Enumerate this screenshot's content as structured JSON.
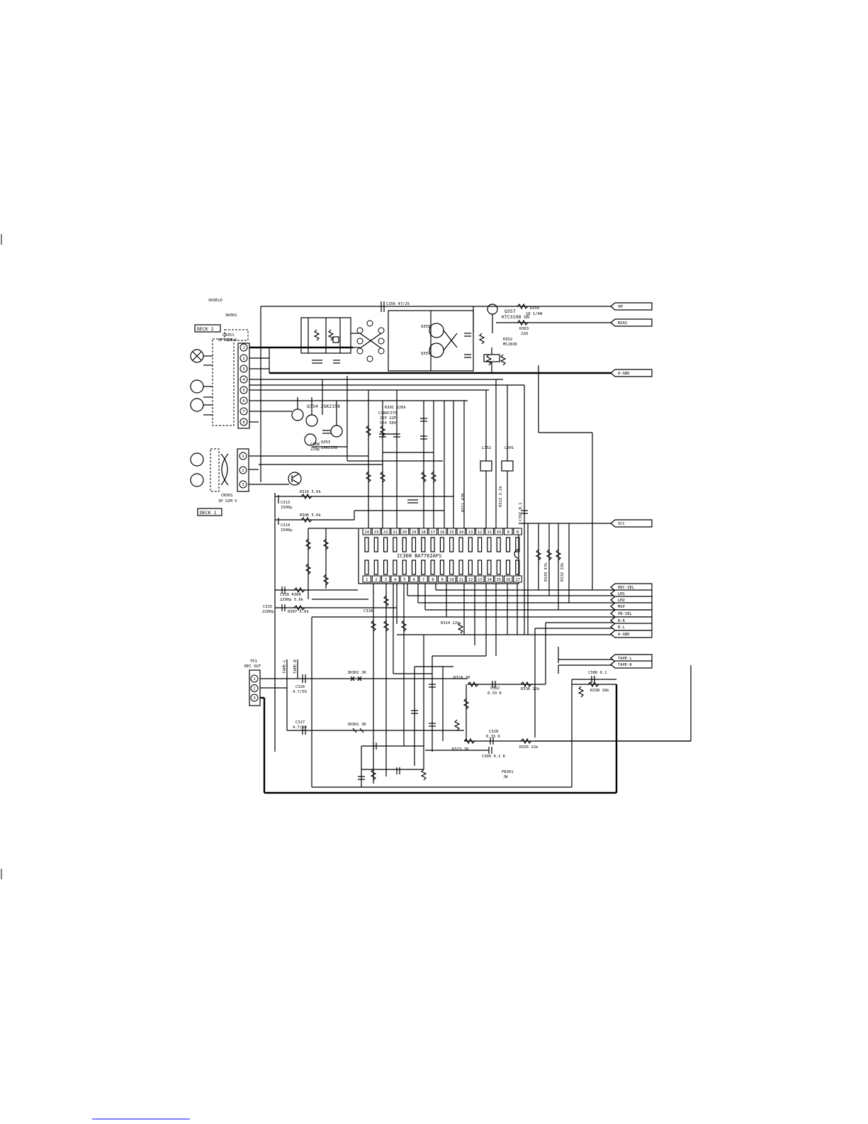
{
  "labels": {
    "deck2": "DECK 2",
    "deck1": "DECK 1",
    "cn351": "CN351",
    "cn351_spec": "8P S2M V",
    "cn301": "CN301",
    "cn301_spec": "3P S2M V",
    "sw301": "SW301",
    "tp": "TP1",
    "tp_spec": "REC OUT",
    "shield": "SHIELD",
    "ic": "IC308 BA7762AFS",
    "q354": "Q354 2SK2158",
    "q353": "Q353",
    "q353_type": "2SK2158",
    "q357": "Q357",
    "q357_type": "KTC3198 GR",
    "q358": "Q358",
    "q359": "Q359",
    "r350": "R350",
    "r350_v": "18 1/4W",
    "r363": "R363",
    "r363_v": "22Ω",
    "r352": "R352",
    "r352_v": "MC2836",
    "c356": "C356 47/25",
    "c388": "C388",
    "c388_v": "220p",
    "r301": "R301 220k",
    "c380": "C380C379",
    "c380_v": "22P 22P",
    "c380_v2": "50V 50V",
    "r316": "R316 5.6k",
    "r306": "R306 5.6k",
    "c313": "C313",
    "c313_v": "1500p",
    "c314": "C314",
    "c314_v": "1500p",
    "c316": "C316 R308",
    "c316_v": "2200p 5.6k",
    "c315": "C315",
    "c315_v": "2200p",
    "r307": "R307 5.6k",
    "c318": "C318",
    "r314": "R314 22k",
    "jr302": "JR302 JR",
    "jr301": "JR301 JR",
    "c326": "C326",
    "c326_v": "4.7/50",
    "c327": "C327",
    "c327_v": "4.7/50",
    "r324": "R324 JR",
    "r323": "R323 JR",
    "c322": "C322",
    "c322_v": "0.33 K",
    "c328": "C328",
    "c328_v": "0.33 K",
    "c309": "C309 0.1 K",
    "r336": "R336 22k",
    "r335": "R335 22k",
    "c386": "C386 0.1",
    "r338": "R338 18k",
    "fb301": "FB301",
    "fb301_v": "JW",
    "l352": "L352",
    "l301": "L301",
    "c392": "C392 0.1",
    "r329": "R329 47k",
    "r332": "R332 22k",
    "r311": "R311 470",
    "r312": "R312 2.2k"
  },
  "pins_top": [
    "24",
    "23",
    "22",
    "21",
    "20",
    "19",
    "18",
    "17",
    "16",
    "15",
    "14",
    "13",
    "12",
    "11",
    "10",
    "9",
    "8"
  ],
  "pins_bot": [
    "1",
    "2",
    "3",
    "4",
    "5",
    "6",
    "7",
    "8",
    "9",
    "10",
    "11",
    "12",
    "13",
    "14",
    "15",
    "16",
    "17"
  ],
  "tp_pins": [
    "1",
    "2",
    "3"
  ],
  "cn351_pins": [
    "1",
    "2",
    "3",
    "4",
    "5",
    "6",
    "7",
    "8"
  ],
  "cn301_pins": [
    "1",
    "2",
    "3"
  ],
  "signals": [
    "VM",
    "BIAS",
    "A-GND",
    "VCC",
    "REC-SEL",
    "LM1",
    "LM2",
    "MSP",
    "PB-SEL",
    "B-R",
    "B-L",
    "A-GND",
    "TAPE-L",
    "TAPE-R"
  ]
}
